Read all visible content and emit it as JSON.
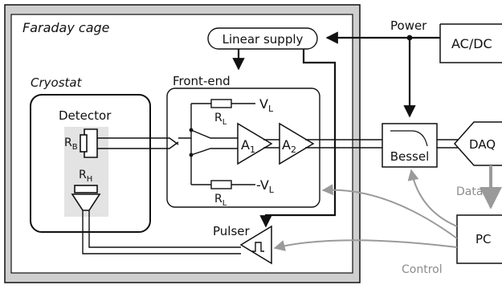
{
  "labels": {
    "faraday_cage": "Faraday cage",
    "cryostat": "Cryostat",
    "detector": "Detector",
    "rb": "R",
    "rb_sub": "B",
    "rh": "R",
    "rh_sub": "H",
    "front_end": "Front-end",
    "vl_pos": "V",
    "vl_pos_sub": "L",
    "vl_neg": "-V",
    "vl_neg_sub": "L",
    "rl_top": "R",
    "rl_top_sub": "L",
    "rl_bottom": "R",
    "rl_bottom_sub": "L",
    "a1": "A",
    "a1_sub": "1",
    "a2": "A",
    "a2_sub": "2",
    "linear_supply": "Linear supply",
    "power": "Power",
    "ac_dc": "AC/DC",
    "bessel": "Bessel",
    "daq": "DAQ",
    "data": "Data",
    "pc": "PC",
    "pulser": "Pulser",
    "control": "Control"
  },
  "colors": {
    "cage_fill": "#cfcfcf",
    "detector_shade": "#e3e3e3",
    "line": "#111111",
    "gray_line": "#9a9a9a"
  }
}
